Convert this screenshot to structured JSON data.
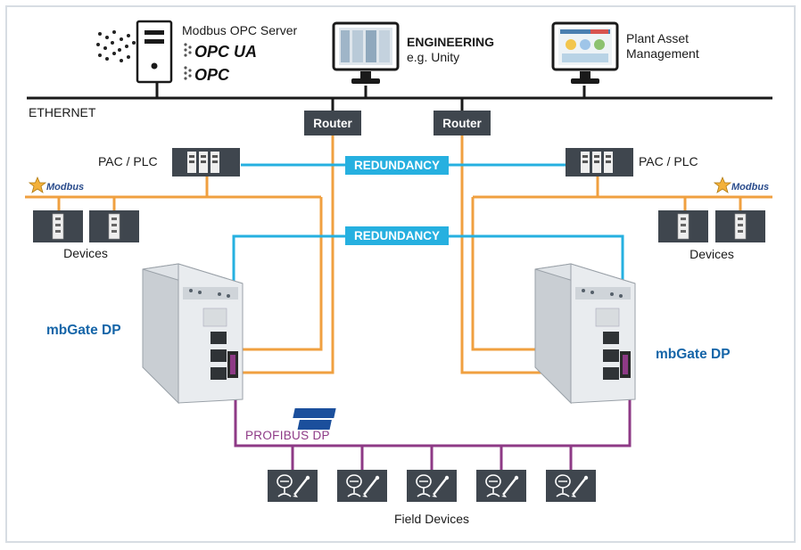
{
  "title": "",
  "nodes": {
    "opc_server": {
      "label": "Modbus OPC Server",
      "logo1": "OPC UA",
      "logo2": "OPC"
    },
    "engineering": {
      "title": "ENGINEERING",
      "subtitle": "e.g. Unity"
    },
    "asset_mgmt": {
      "line1": "Plant Asset",
      "line2": "Management"
    },
    "ethernet": "ETHERNET",
    "router_left": "Router",
    "router_right": "Router",
    "plc_left": "PAC / PLC",
    "plc_right": "PAC / PLC",
    "redundancy_top": "REDUNDANCY",
    "redundancy_mid": "REDUNDANCY",
    "modbus_left": "Modbus",
    "modbus_right": "Modbus",
    "devices_left": "Devices",
    "devices_right": "Devices",
    "mbgate_left": "mbGate DP",
    "mbgate_right": "mbGate DP",
    "profibus_label": "PROFIBUS DP",
    "profibus_logo": [
      "PROFI",
      "BUS"
    ],
    "field_devices": "Field Devices"
  },
  "colors": {
    "ethernet": "#1a1a1a",
    "orange": "#f0a040",
    "blue": "#26b0e0",
    "purple": "#8e3a86",
    "box": "#3f464e",
    "accent_blue": "#1565a8"
  },
  "icons": {
    "server": "server-icon",
    "monitor": "monitor-icon",
    "plc": "plc-icon",
    "io_device": "io-device-icon",
    "field_device": "field-device-icon",
    "gateway": "gateway-device-icon"
  }
}
